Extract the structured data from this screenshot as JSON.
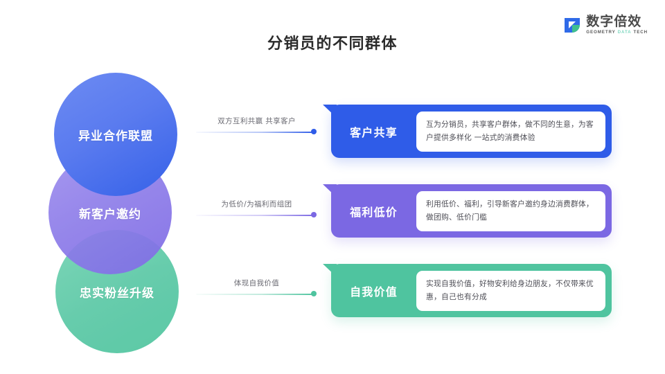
{
  "header": {
    "title": "分销员的不同群体",
    "logo": {
      "name_cn": "数字倍效",
      "name_en_1": "GEOMETRY",
      "name_en_2": "DATA",
      "name_en_3": "TECH",
      "mark_icon": "geometry-logo-icon",
      "colors": {
        "blue": "#2f6ae8",
        "green": "#3fc08f",
        "text": "#4a4a4a",
        "accent_en": "#7fd8c0"
      }
    }
  },
  "groups": [
    {
      "circle_label": "异业合作联盟",
      "connector_label": "双方互利共赢 共享客户",
      "card_title": "客户共享",
      "card_text": "互为分销员，共享客户群体，做不同的生意，为客户提供多样化 一站式的消费体验",
      "color": "#2f5ce8"
    },
    {
      "circle_label": "新客户邀约",
      "connector_label": "为低价/为福利而组团",
      "card_title": "福利低价",
      "card_text": "利用低价、福利，引导新客户邀约身边消费群体，做团购、低价门槛",
      "color": "#7b68e3"
    },
    {
      "circle_label": "忠实粉丝升级",
      "connector_label": "体现自我价值",
      "card_title": "自我价值",
      "card_text": "实现自我价值，好物安利给身边朋友，不仅带来优惠，自己也有分成",
      "color": "#4fc49f"
    }
  ]
}
